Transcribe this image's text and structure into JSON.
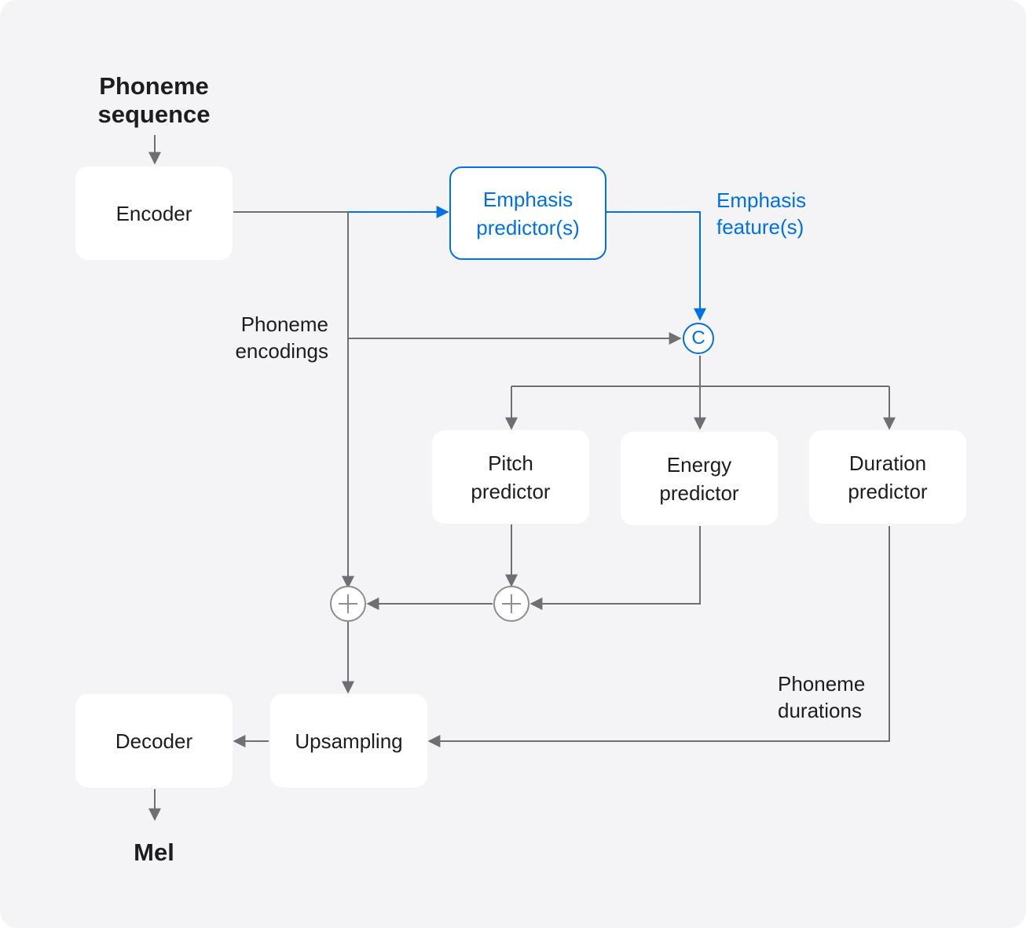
{
  "diagram": {
    "input_label": "Phoneme\nsequence",
    "output_label": "Mel",
    "nodes": {
      "encoder": "Encoder",
      "emphasis_predictor": "Emphasis\npredictor(s)",
      "pitch_predictor": "Pitch\npredictor",
      "energy_predictor": "Energy\npredictor",
      "duration_predictor": "Duration\npredictor",
      "upsampling": "Upsampling",
      "decoder": "Decoder"
    },
    "edge_labels": {
      "phoneme_encodings": "Phoneme\nencodings",
      "emphasis_features": "Emphasis\nfeature(s)",
      "phoneme_durations": "Phoneme\ndurations"
    },
    "concat_symbol": "C"
  },
  "colors": {
    "background": "#f4f4f6",
    "box": "#ffffff",
    "line": "#6e6e73",
    "accent": "#0071e3",
    "adder": "#8e8e93"
  }
}
